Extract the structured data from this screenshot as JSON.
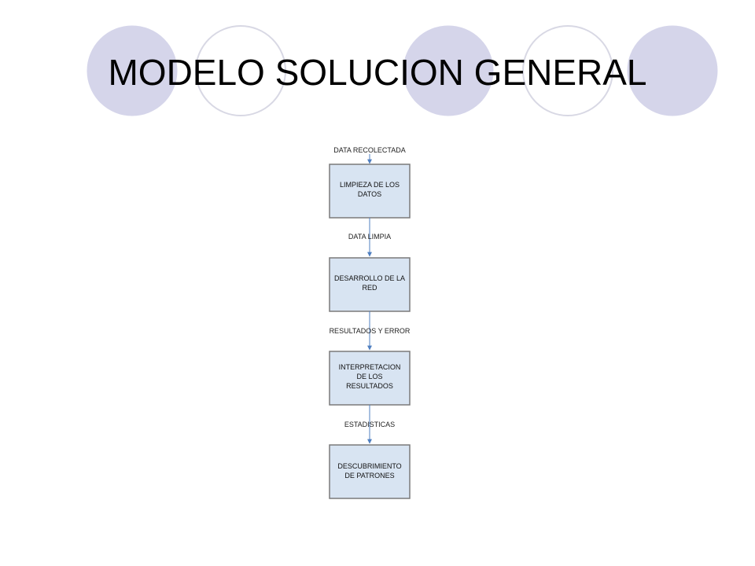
{
  "slide": {
    "title": "MODELO SOLUCION GENERAL"
  },
  "theme": {
    "circle_fill": "#d5d5ea",
    "circle_stroke": "#d5d5ea",
    "outline_stroke": "#d8d8e4",
    "box_fill": "#d8e4f2",
    "box_stroke": "#7a7a7a",
    "arrow_color": "#4f7fc0"
  },
  "flowchart": {
    "input_label": "DATA RECOLECTADA",
    "steps": [
      {
        "lines": [
          "LIMPIEZA DE LOS",
          "DATOS"
        ]
      },
      {
        "lines": [
          "DESARROLLO DE LA",
          "RED"
        ]
      },
      {
        "lines": [
          "INTERPRETACION",
          "DE LOS",
          "RESULTADOS"
        ]
      },
      {
        "lines": [
          "DESCUBRIMIENTO",
          "DE PATRONES"
        ]
      }
    ],
    "edge_labels": [
      "DATA LIMPIA",
      "RESULTADOS Y ERROR",
      "ESTADISTICAS"
    ]
  }
}
